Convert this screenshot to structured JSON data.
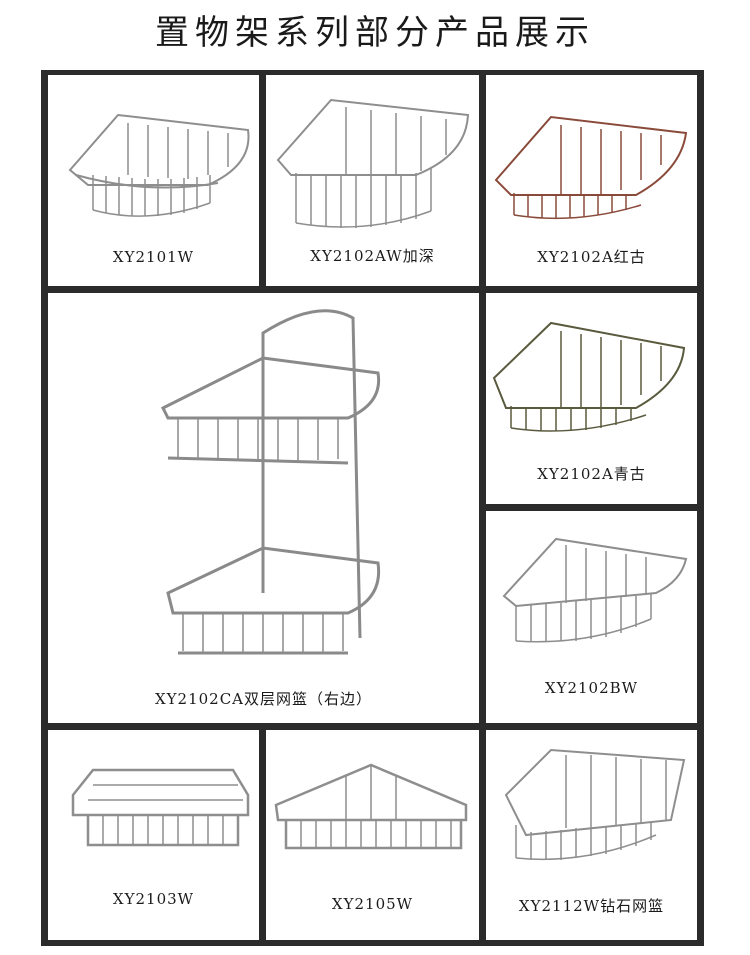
{
  "title": "置物架系列部分产品展示",
  "products": [
    {
      "code": "XY2101W",
      "icon": "corner-wire-basket-icon",
      "color": "#9a9a9a"
    },
    {
      "code": "XY2102AW加深",
      "icon": "deep-corner-wire-basket-icon",
      "color": "#9a9a9a"
    },
    {
      "code": "XY2102A红古",
      "icon": "red-bronze-corner-basket-icon",
      "color": "#8a4a3a"
    },
    {
      "code": "XY2102CA双层网篮（右边）",
      "icon": "double-tier-corner-basket-icon",
      "color": "#9a9a9a"
    },
    {
      "code": "XY2102A青古",
      "icon": "green-bronze-corner-basket-icon",
      "color": "#5a5a3e"
    },
    {
      "code": "XY2102BW",
      "icon": "corner-wire-basket-icon",
      "color": "#9a9a9a"
    },
    {
      "code": "XY2103W",
      "icon": "soap-dish-basket-icon",
      "color": "#9a9a9a"
    },
    {
      "code": "XY2105W",
      "icon": "triangle-wire-basket-icon",
      "color": "#9a9a9a"
    },
    {
      "code": "XY2112W钻石网篮",
      "icon": "diamond-wire-basket-icon",
      "color": "#9a9a9a"
    }
  ]
}
